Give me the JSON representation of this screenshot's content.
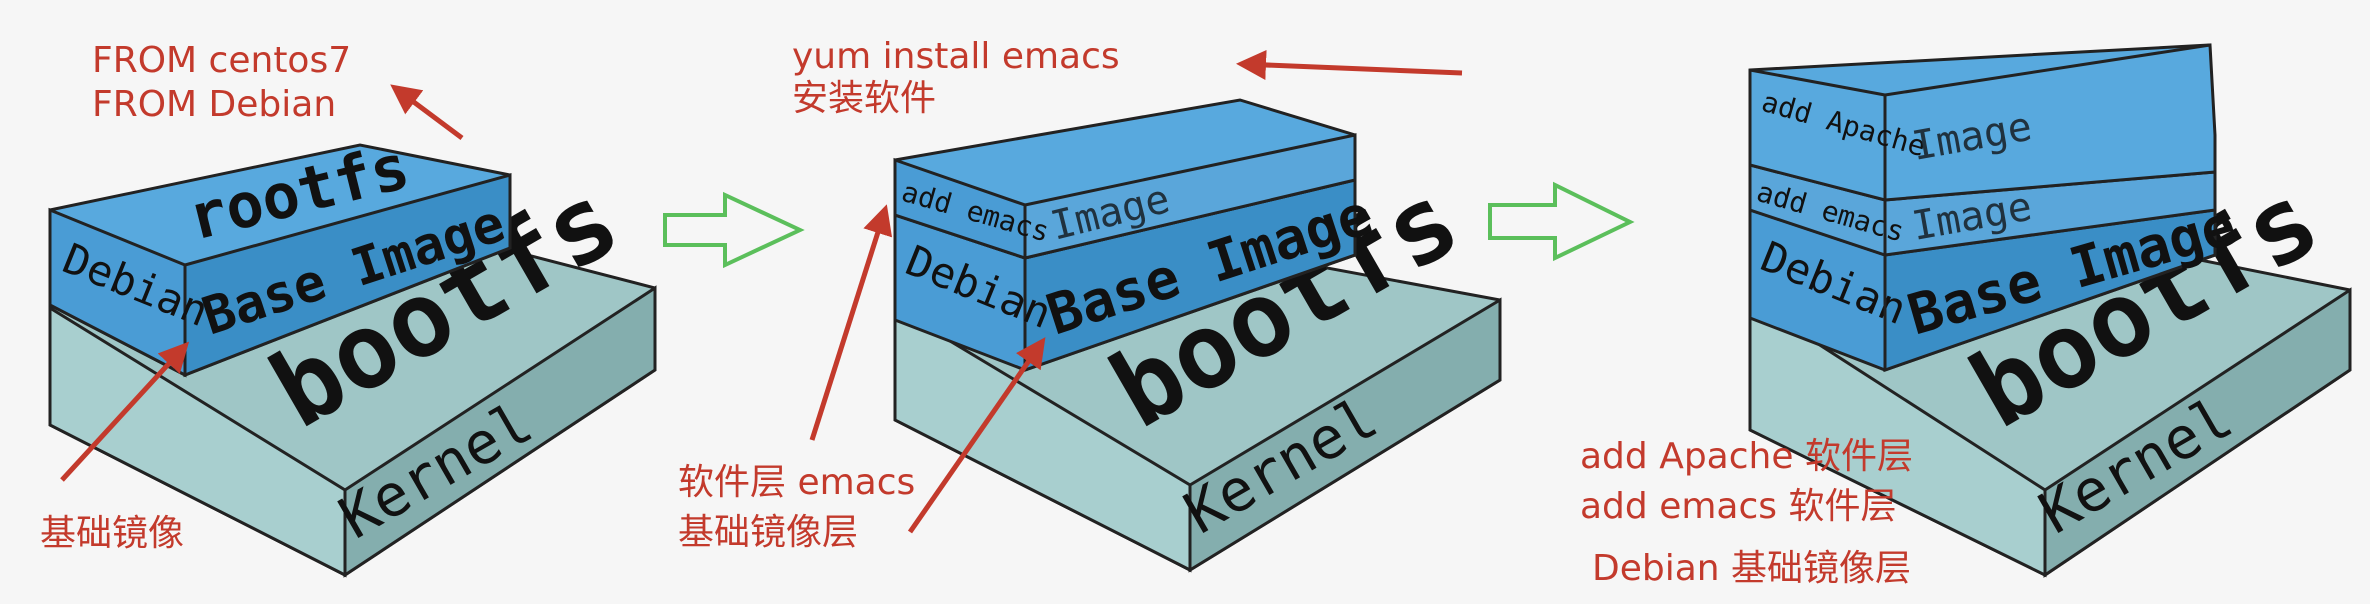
{
  "colors": {
    "background": "#f6f6f6",
    "kernel_front": "#9fc6c6",
    "kernel_top": "#bcdada",
    "kernel_side": "#84aeae",
    "layer_blue_front": "#3a8ec6",
    "layer_blue_top": "#58a9de",
    "layer_blue_side": "#2f7eb4",
    "annotation_red": "#c33a2c",
    "flow_arrow_green": "#5bbf5b"
  },
  "stacks": [
    {
      "kernel": "Kernel",
      "bootfs": "bootfs",
      "base_front": "Debian",
      "base_side": "Base Image",
      "top": "rootfs"
    },
    {
      "kernel": "Kernel",
      "bootfs": "bootfs",
      "base_front": "Debian",
      "base_side": "Base Image",
      "layer1_front": "add emacs",
      "layer1_side": "Image"
    },
    {
      "kernel": "Kernel",
      "bootfs": "bootfs",
      "base_front": "Debian",
      "base_side": "Base Image",
      "layer1_front": "add emacs",
      "layer1_side": "Image",
      "layer2_front": "add Apache",
      "layer2_side": "Image"
    }
  ],
  "annotations": {
    "from_centos7": "FROM centos7",
    "from_debian": "FROM Debian",
    "base_image_cn": "基础镜像",
    "yum_install": "yum install emacs",
    "install_software_cn": "安装软件",
    "software_layer_emacs": "软件层 emacs",
    "base_image_layer_cn": "基础镜像层",
    "add_apache_layer": "add Apache 软件层",
    "add_emacs_layer": "add emacs 软件层",
    "debian_base_layer": "Debian 基础镜像层"
  }
}
